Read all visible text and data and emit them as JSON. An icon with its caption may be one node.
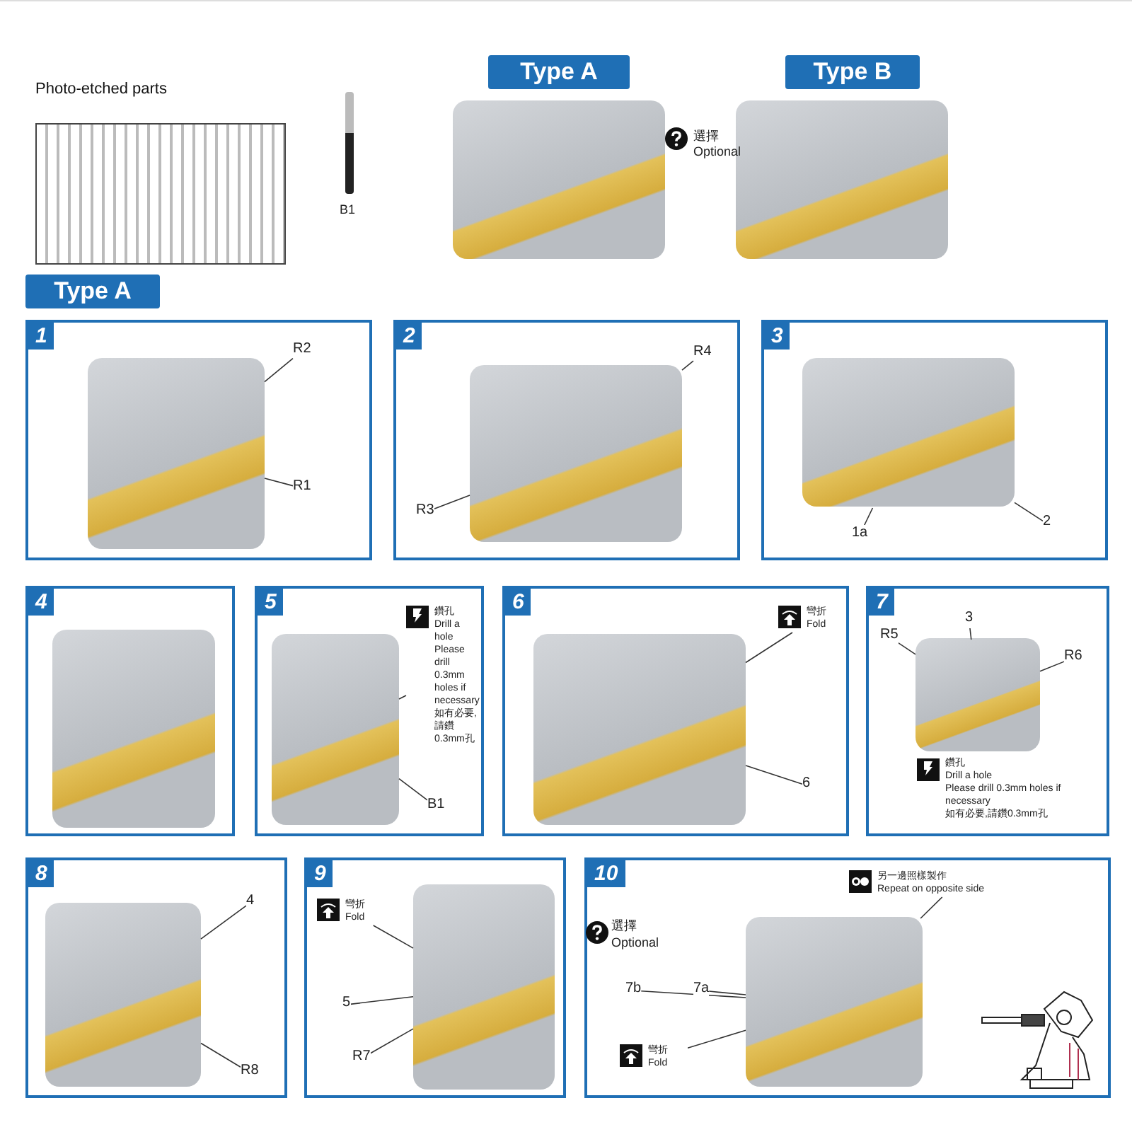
{
  "diagram": {
    "nodes": [
      {
        "text": [
          "Photo-etched parts"
        ]
      },
      {
        "text": [],
        "shape": "picture",
        "beside": [
          "B1"
        ]
      },
      {
        "text": [
          "Type A"
        ]
      },
      {
        "text": [
          "Type B"
        ]
      },
      {
        "text": [],
        "shape": "picture"
      },
      {
        "text": [],
        "shape": "picture"
      },
      {
        "text": [
          "Type A"
        ]
      },
      {
        "text": [
          "1"
        ]
      },
      {
        "text": [],
        "shape": "picture",
        "in": 7
      },
      {
        "text": [
          "R2"
        ],
        "in": 7
      },
      {
        "text": [
          "R1"
        ],
        "in": 7
      },
      {
        "text": [
          "2"
        ]
      },
      {
        "text": [],
        "shape": "picture",
        "in": 11
      },
      {
        "text": [
          "R4"
        ],
        "in": 11
      },
      {
        "text": [
          "R3"
        ],
        "in": 11
      },
      {
        "text": [
          "3"
        ]
      },
      {
        "text": [],
        "shape": "picture",
        "in": 15
      },
      {
        "text": [
          "1a"
        ],
        "in": 15
      },
      {
        "text": [
          "2"
        ],
        "in": 15
      },
      {
        "text": [
          "4"
        ]
      },
      {
        "text": [],
        "shape": "picture",
        "in": 19
      },
      {
        "text": [
          "5"
        ]
      },
      {
        "text": [],
        "shape": "picture",
        "in": 21
      },
      {
        "text": [
          "B1"
        ],
        "in": 21
      },
      {
        "text": [
          "鑽孔",
          "Drill a hole",
          "Please drill 0.3mm holes if necessary",
          "如有必要,請鑽0.3mm孔"
        ],
        "in": 21
      },
      {
        "text": [
          "6"
        ]
      },
      {
        "text": [],
        "shape": "picture",
        "in": 25
      },
      {
        "text": [
          "彎折",
          "Fold"
        ],
        "in": 25
      },
      {
        "text": [
          "6"
        ],
        "in": 25
      },
      {
        "text": [
          "7"
        ]
      },
      {
        "text": [],
        "shape": "picture",
        "in": 29
      },
      {
        "text": [
          "R5"
        ],
        "in": 29
      },
      {
        "text": [
          "3"
        ],
        "in": 29
      },
      {
        "text": [
          "R6"
        ],
        "in": 29
      },
      {
        "text": [
          "8"
        ]
      },
      {
        "text": [],
        "shape": "picture",
        "in": 34
      },
      {
        "text": [
          "4"
        ],
        "in": 34
      },
      {
        "text": [
          "R8"
        ],
        "in": 34
      },
      {
        "text": [
          "9"
        ]
      },
      {
        "text": [],
        "shape": "picture",
        "in": 38
      },
      {
        "text": [
          "彎折",
          "Fold"
        ],
        "in": 38
      },
      {
        "text": [
          "5"
        ],
        "in": 38
      },
      {
        "text": [
          "R7"
        ],
        "in": 38
      },
      {
        "text": [
          "10"
        ]
      },
      {
        "text": [],
        "shape": "picture",
        "in": 43
      },
      {
        "text": [
          "7b"
        ],
        "in": 43
      },
      {
        "text": [
          "7a"
        ],
        "in": 43
      },
      {
        "text": [
          "彎折",
          "Fold"
        ],
        "in": 43
      },
      {
        "text": [
          "另一邊照樣製作",
          "Repeat on opposite side"
        ],
        "in": 43
      },
      {
        "text": [],
        "shape": "picture",
        "in": 43
      }
    ],
    "edges": [
      {
        "from": 9,
        "to": 8,
        "arrow": "none"
      },
      {
        "from": 10,
        "to": 8,
        "arrow": "none"
      },
      {
        "from": 13,
        "to": 12,
        "arrow": "none"
      },
      {
        "from": 14,
        "to": 12,
        "arrow": "none"
      },
      {
        "from": 17,
        "to": 16,
        "arrow": "none"
      },
      {
        "from": 18,
        "to": 16,
        "arrow": "none"
      },
      {
        "from": 23,
        "to": 22,
        "arrow": "none"
      },
      {
        "from": 24,
        "to": 22,
        "arrow": "none"
      },
      {
        "from": 27,
        "to": 26,
        "arrow": "none"
      },
      {
        "from": 28,
        "to": 26,
        "arrow": "none"
      },
      {
        "from": 31,
        "to": 30,
        "arrow": "none"
      },
      {
        "from": 32,
        "to": 30,
        "arrow": "none"
      },
      {
        "from": 33,
        "to": 30,
        "arrow": "none"
      },
      {
        "from": 36,
        "to": 35,
        "arrow": "none"
      },
      {
        "from": 37,
        "to": 35,
        "arrow": "none"
      },
      {
        "from": 40,
        "to": 39,
        "arrow": "none"
      },
      {
        "from": 41,
        "to": 39,
        "arrow": "none"
      },
      {
        "from": 42,
        "to": 39,
        "arrow": "none"
      },
      {
        "from": 45,
        "to": 44,
        "arrow": "none"
      },
      {
        "from": 46,
        "to": 44,
        "arrow": "none"
      },
      {
        "from": 47,
        "to": 44,
        "arrow": "none"
      },
      {
        "from": 48,
        "to": 44,
        "arrow": "none"
      }
    ],
    "labels": [
      "選擇",
      "Optional",
      "鑽孔",
      "Drill a hole",
      "Please drill 0.3mm holes if necessary",
      "如有必要,請鑽0.3mm孔",
      "選擇",
      "Optional"
    ]
  }
}
